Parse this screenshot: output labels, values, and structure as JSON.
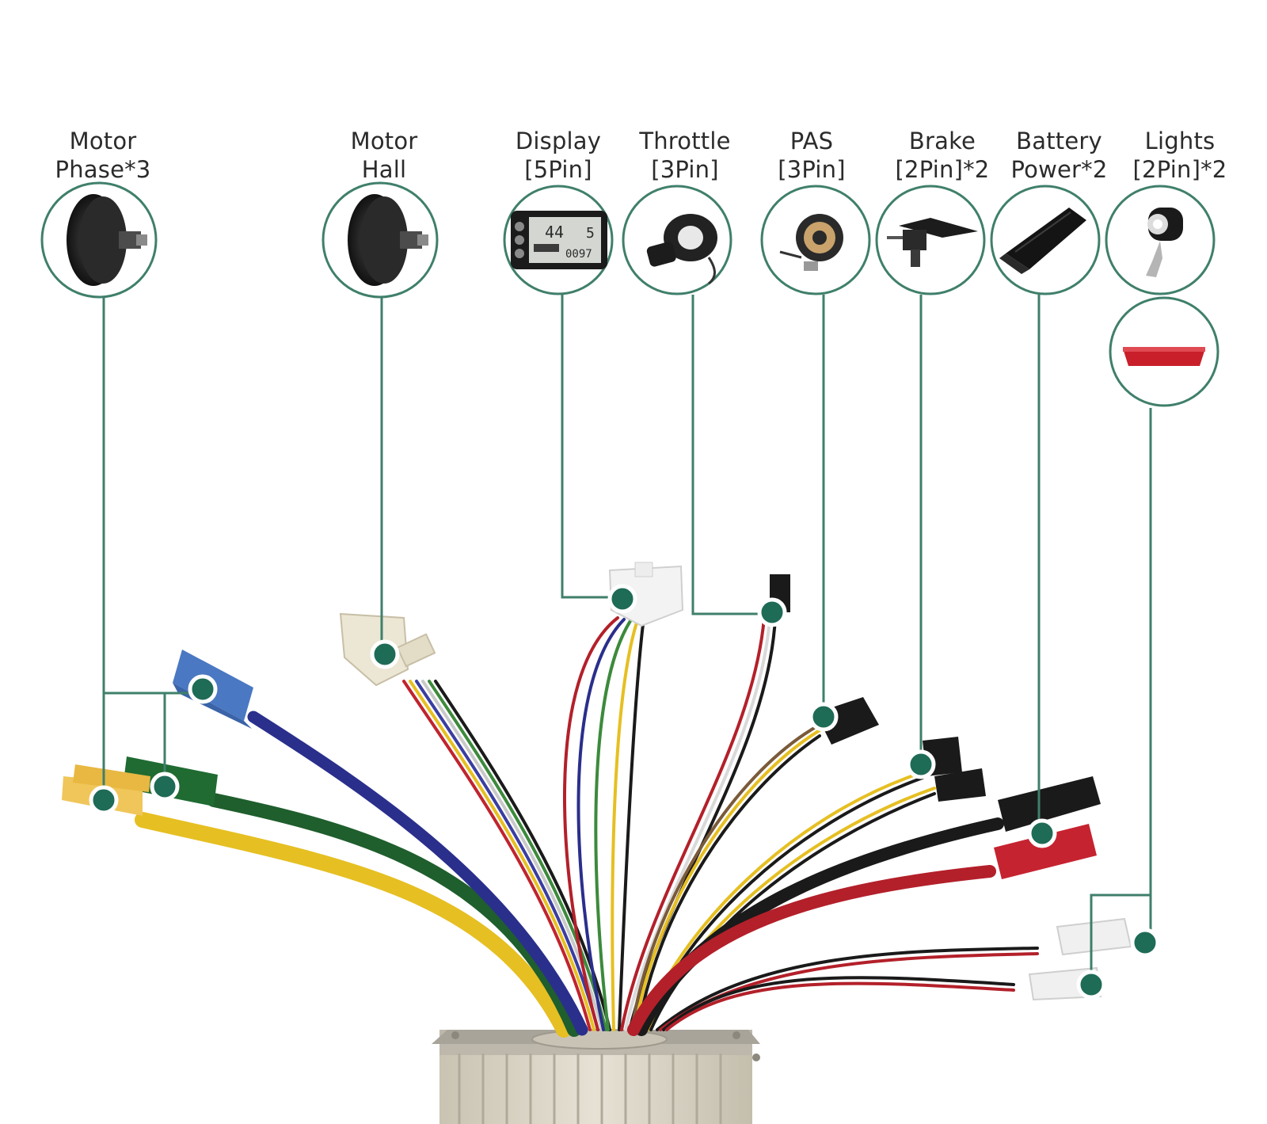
{
  "labels": {
    "motor_phase": {
      "line1": "Motor",
      "line2": "Phase*3"
    },
    "motor_hall": {
      "line1": "Motor",
      "line2": "Hall"
    },
    "display": {
      "line1": "Display",
      "line2": "[5Pin]"
    },
    "throttle": {
      "line1": "Throttle",
      "line2": "[3Pin]"
    },
    "pas": {
      "line1": "PAS",
      "line2": "[3Pin]"
    },
    "brake": {
      "line1": "Brake",
      "line2": "[2Pin]*2"
    },
    "battery": {
      "line1": "Battery",
      "line2": "Power*2"
    },
    "lights": {
      "line1": "Lights",
      "line2": "[2Pin]*2"
    }
  },
  "display_screen": {
    "speed": "44",
    "level": "5",
    "odometer": "0097"
  },
  "colors": {
    "accent": "#1e6b56",
    "leader_line": "#3f7f6b",
    "wire_yellow": "#e8c22a",
    "wire_green": "#1f5e2d",
    "wire_blue": "#2a2f8c",
    "wire_red": "#b3202a",
    "wire_black": "#1a1a1a",
    "wire_white": "#d9d9d9",
    "controller_body": "#d8d2c3"
  }
}
